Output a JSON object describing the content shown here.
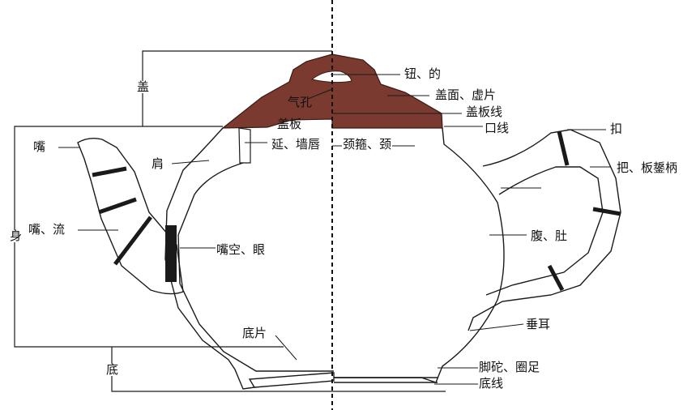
{
  "labels": {
    "gai": "盖",
    "zui": "嘴",
    "shen": "身",
    "di": "底",
    "niu_di": "钮、的",
    "qi_kong": "气孔",
    "gai_mian_xu_pian": "盖面、虚片",
    "gai_ban_xian": "盖板线",
    "gai_ban": "盖板",
    "kou_xian": "口线",
    "yan_qiang_chun": "延、墙唇",
    "jing_hu_jing": "颈箍、颈",
    "kou": "扣",
    "jian": "肩",
    "ba_ban_zong_bing": "把、板鋬柄",
    "zui_liu": "嘴、流",
    "zui_kong_yan": "嘴空、眼",
    "fu_du": "腹、肚",
    "chui_er": "垂耳",
    "di_pian": "底片",
    "jiao_tuo_quan_zu": "脚砣、圈足",
    "di_xian": "底线"
  },
  "colors": {
    "lid_brown": "#7a3a30",
    "stroke": "#1a1a1a",
    "background": "#ffffff"
  }
}
